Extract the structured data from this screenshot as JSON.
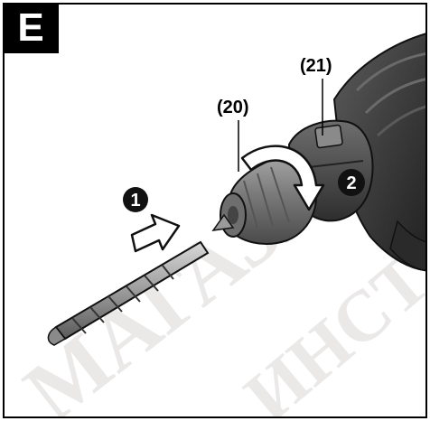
{
  "figure": {
    "panel_label": "E",
    "callouts": [
      {
        "id": "20",
        "text": "(20)"
      },
      {
        "id": "21",
        "text": "(21)"
      }
    ],
    "steps": [
      {
        "number": "1"
      },
      {
        "number": "2"
      }
    ],
    "watermark_text": "МАГАЗИН ИНСТРУМЕНТОВ"
  }
}
